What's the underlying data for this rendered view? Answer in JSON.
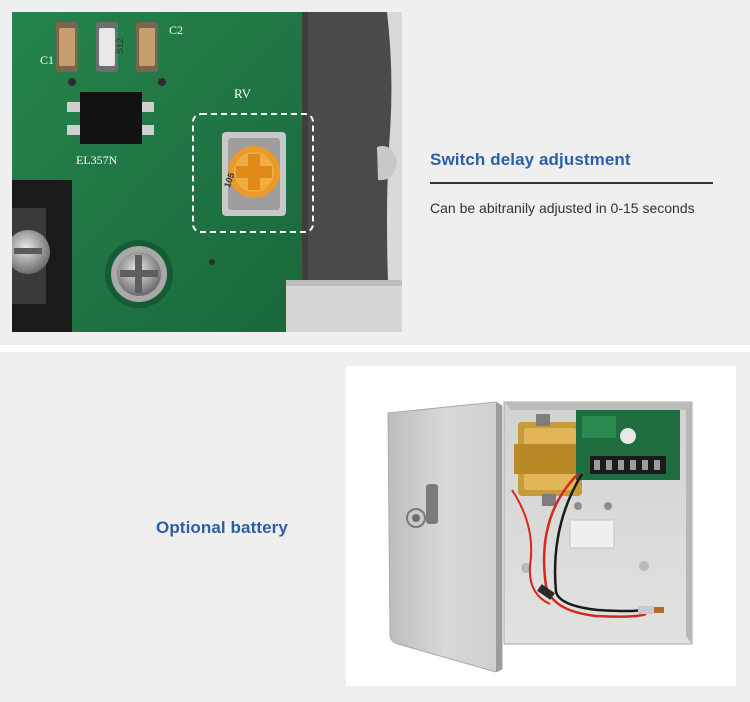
{
  "sections": [
    {
      "title": "Switch delay adjustment",
      "description": "Can be abitranily adjusted in 0-15 seconds",
      "photo_labels": {
        "c1": "C1",
        "c2": "C2",
        "s12": "S12",
        "rv": "RV",
        "chip": "EL357N",
        "pot": "105"
      }
    },
    {
      "title": "Optional battery"
    }
  ],
  "colors": {
    "panel_bg": "#efefef",
    "title_blue": "#2c5fa8",
    "text_dark": "#333333",
    "pcb_green": "#1f7a45"
  }
}
